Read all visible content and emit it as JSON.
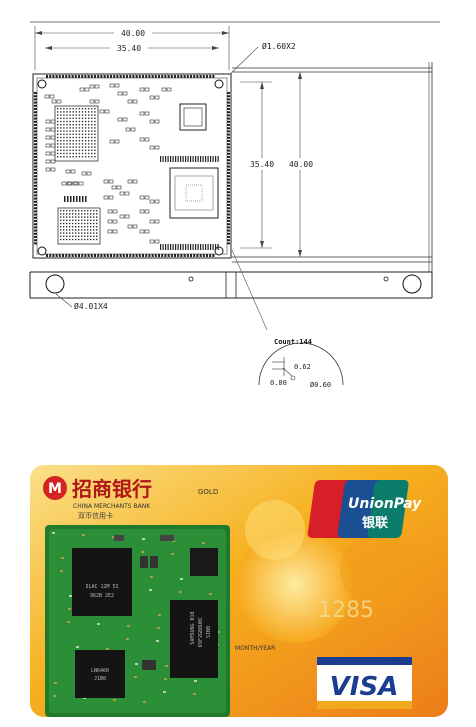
{
  "drawing": {
    "dim_total_width": "40.00",
    "dim_inner_width": "35.40",
    "dim_inner_height": "35.40",
    "dim_total_height": "40.00",
    "hole_small": "Ø1.60X2",
    "hole_large": "Ø4.01X4",
    "detail": {
      "count": "Count:144",
      "pad_size": "0.62",
      "pitch": "0.80",
      "via": "Ø0.60"
    }
  },
  "photo": {
    "bank_name_cn": "招商银行",
    "bank_name_en": "CHINA MERCHANTS BANK",
    "card_type_cn": "双币信用卡",
    "tier": "GOLD",
    "network_unionpay": "UnionPay",
    "network_unionpay_cn": "银联",
    "network_visa": "VISA",
    "valid_thru": "MONTH/YEAR",
    "card_number_fragment": "1285",
    "chips": {
      "chip1_label": "5LAC 12M 5I",
      "chip1_code": "962B  2E2",
      "chip2_label": "SAMSUNG 010",
      "chip2_code": "K9F2G08U0C",
      "chip2_code2": "SIB0",
      "chip3_label": "LN6460",
      "chip3_code": "J1B0"
    },
    "colors": {
      "card_bg": "#f6b01e",
      "card_accent": "#e35a1b",
      "pcb_green": "#1f7a2c",
      "unionpay_red": "#d61f26",
      "unionpay_blue": "#1a4f94",
      "unionpay_green": "#0b7b6a",
      "visa_blue": "#1a3d8f"
    }
  }
}
